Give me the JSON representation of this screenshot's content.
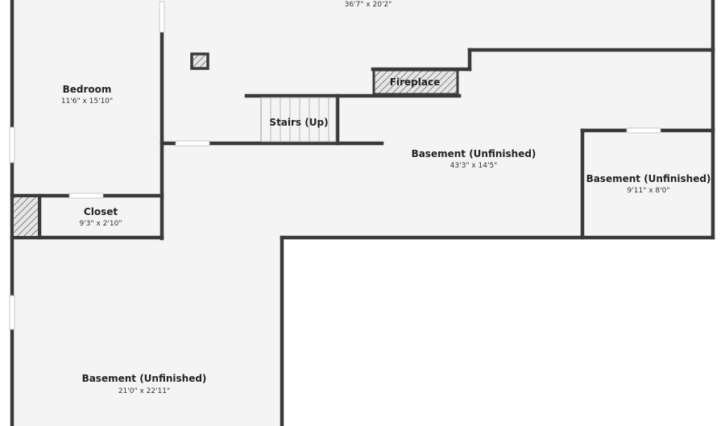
{
  "rooms": {
    "top_room": {
      "dims": "36'7\" x 20'2\""
    },
    "bedroom": {
      "name": "Bedroom",
      "dims": "11'6\" x 15'10\""
    },
    "fireplace": {
      "name": "Fireplace"
    },
    "stairs": {
      "name": "Stairs (Up)"
    },
    "basement_main": {
      "name": "Basement (Unfinished)",
      "dims": "43'3\" x 14'5\""
    },
    "basement_right": {
      "name": "Basement (Unfinished)",
      "dims": "9'11\" x 8'0\""
    },
    "closet": {
      "name": "Closet",
      "dims": "9'3\" x 2'10\""
    },
    "basement_lower": {
      "name": "Basement (Unfinished)",
      "dims": "21'0\" x 22'11\""
    }
  },
  "colors": {
    "wall": "#3a3a3a",
    "floor": "#f4f4f4",
    "background": "#ffffff"
  }
}
